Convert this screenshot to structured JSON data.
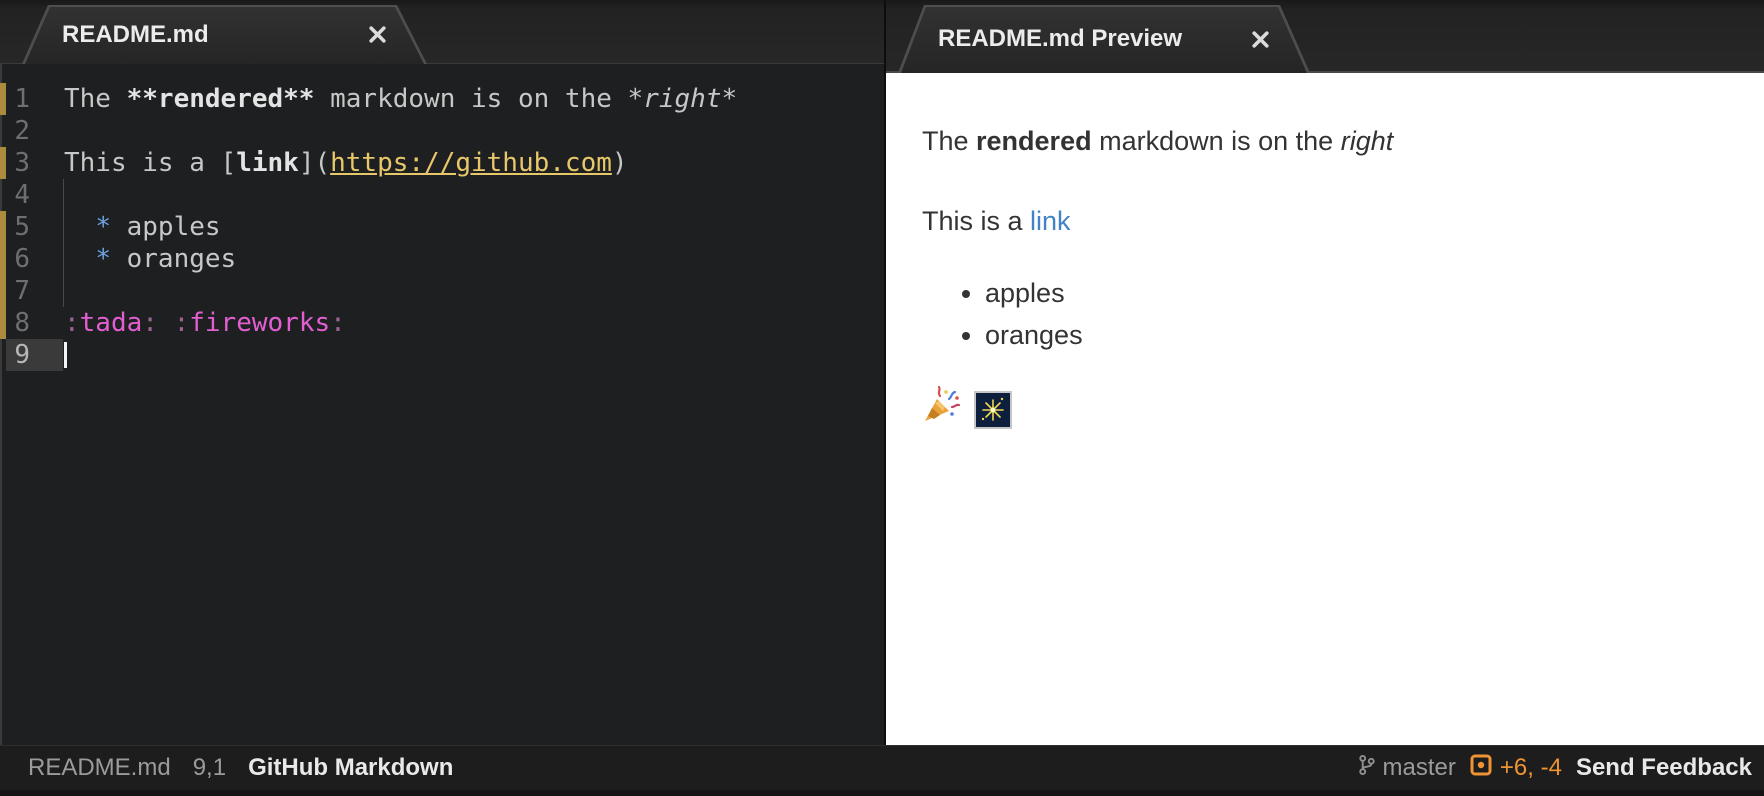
{
  "editor_tab": {
    "title": "README.md",
    "close_icon": "close"
  },
  "preview_tab": {
    "title": "README.md Preview",
    "close_icon": "close"
  },
  "editor": {
    "font": "monospace",
    "cursor": {
      "line": 9,
      "column": 1
    },
    "indent_guide_lines": "4-7",
    "lines": [
      {
        "num": "1",
        "git": true,
        "active": false,
        "segs": [
          [
            "The ",
            "plain"
          ],
          [
            "**rendered**",
            "bold"
          ],
          [
            " markdown is on the ",
            "plain"
          ],
          [
            "*right*",
            "italic"
          ]
        ]
      },
      {
        "num": "2",
        "git": false,
        "active": false,
        "segs": []
      },
      {
        "num": "3",
        "git": true,
        "active": false,
        "segs": [
          [
            "This is a [",
            "plain"
          ],
          [
            "link",
            "bold"
          ],
          [
            "](",
            "plain"
          ],
          [
            "https://github.com",
            "url"
          ],
          [
            ")",
            "plain"
          ]
        ]
      },
      {
        "num": "4",
        "git": false,
        "active": false,
        "segs": []
      },
      {
        "num": "5",
        "git": true,
        "active": false,
        "segs": [
          [
            "  ",
            "plain"
          ],
          [
            "*",
            "star"
          ],
          [
            " apples",
            "plain"
          ]
        ]
      },
      {
        "num": "6",
        "git": true,
        "active": false,
        "segs": [
          [
            "  ",
            "plain"
          ],
          [
            "*",
            "star"
          ],
          [
            " oranges",
            "plain"
          ]
        ]
      },
      {
        "num": "7",
        "git": true,
        "active": false,
        "segs": []
      },
      {
        "num": "8",
        "git": true,
        "active": false,
        "segs": [
          [
            ":",
            "ecolon"
          ],
          [
            "tada",
            "ename"
          ],
          [
            ":",
            "ecolon"
          ],
          [
            " ",
            "plain"
          ],
          [
            ":",
            "ecolon"
          ],
          [
            "fireworks",
            "ename"
          ],
          [
            ":",
            "ecolon"
          ]
        ]
      },
      {
        "num": "9",
        "git": false,
        "active": true,
        "segs": []
      }
    ]
  },
  "preview": {
    "paragraph1": {
      "t1": "The ",
      "bold": "rendered",
      "t2": " markdown is on the ",
      "italic": "right"
    },
    "paragraph2": {
      "t1": "This is a ",
      "link": "link"
    },
    "list_items": [
      "apples",
      "oranges"
    ],
    "emoji": [
      "tada",
      "fireworks"
    ]
  },
  "status_bar": {
    "file_name": "README.md",
    "cursor_position": "9,1",
    "grammar": "GitHub Markdown",
    "branch_icon": "git-branch",
    "branch": "master",
    "modified_icon": "square-dot",
    "diff_counts": "+6, -4",
    "feedback": "Send Feedback"
  },
  "colors": {
    "editor_bg": "#1d1f21",
    "editor_text": "#c5c8c6",
    "url_yellow": "#e8c76a",
    "list_star_blue": "#6fa5e2",
    "emoji_pink": "#e25fd2",
    "git_marker_gold": "#ab8b3c",
    "preview_link_blue": "#4183c4",
    "status_orange": "#ef9334"
  }
}
